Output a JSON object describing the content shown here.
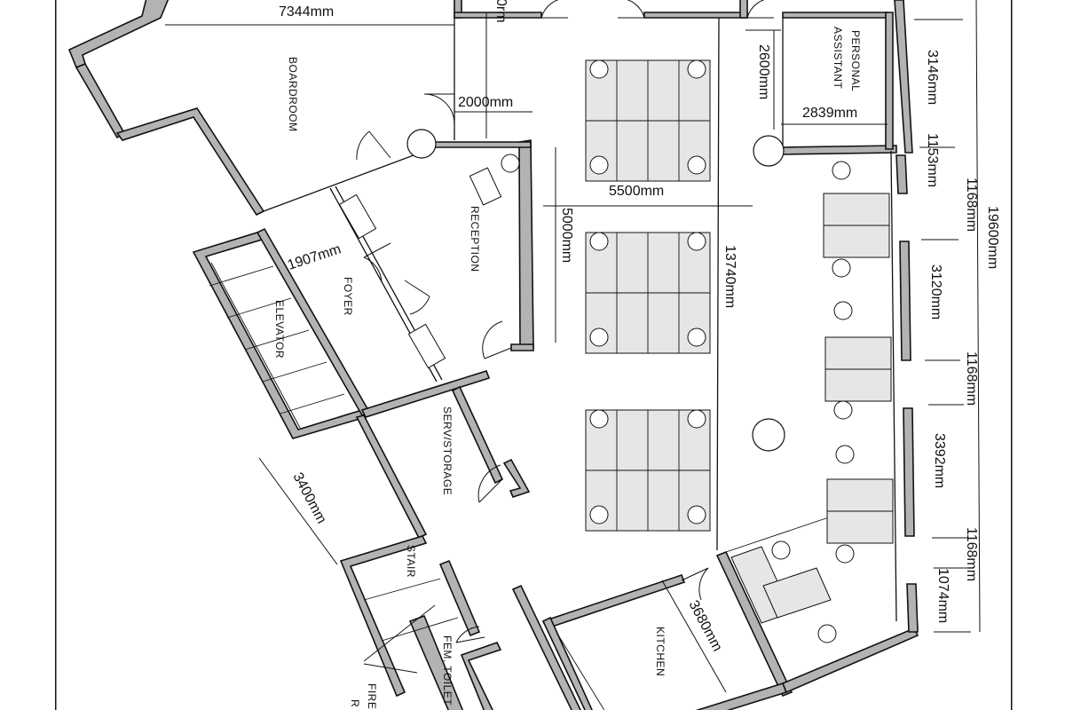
{
  "rooms": {
    "boardroom": "BOARDROOM",
    "reception": "RECEPTION",
    "foyer": "FOYER",
    "elevator": "ELEVATOR",
    "serv_storage": "SERV/STORAGE",
    "stair": "STAIR",
    "fem_toilet": "FEM. TOILET",
    "fire": "FIRE",
    "fire_r": "R",
    "kitchen": "KITCHEN",
    "personal_assistant_1": "PERSONAL",
    "personal_assistant_2": "ASSISTANT"
  },
  "dimensions": {
    "d_7344": "7344mm",
    "d_partial_top": "0rm",
    "d_2000": "2000mm",
    "d_2600": "2600mm",
    "d_2839": "2839mm",
    "d_3146": "3146mm",
    "d_1153": "1153mm",
    "d_1168_a": "1168mm",
    "d_19600": "19600mm",
    "d_5500": "5500mm",
    "d_5000": "5000mm",
    "d_13740": "13740mm",
    "d_1907": "1907mm",
    "d_3120": "3120mm",
    "d_1168_b": "1168mm",
    "d_3392": "3392mm",
    "d_1168_c": "1168mm",
    "d_1074": "1074mm",
    "d_3400": "3400mm",
    "d_3680": "3680mm"
  },
  "colors": {
    "wall_fill": "#b3b3b3",
    "line": "#111111",
    "background": "#ffffff"
  }
}
